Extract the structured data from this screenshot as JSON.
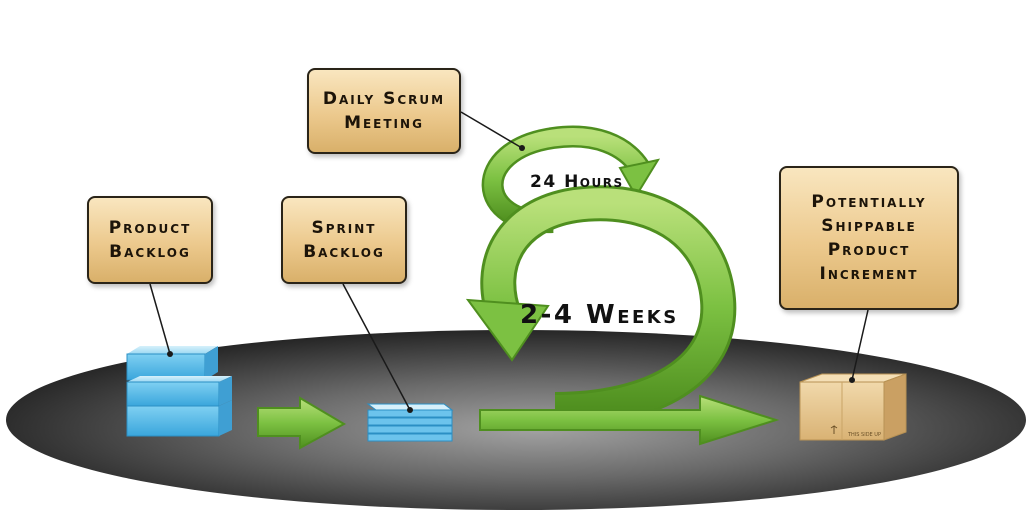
{
  "labels": {
    "daily_scrum": [
      "Daily Scrum",
      "Meeting"
    ],
    "product_backlog": [
      "Product",
      "Backlog"
    ],
    "sprint_backlog": [
      "Sprint",
      "Backlog"
    ],
    "potentially_shippable": [
      "Potentially",
      "Shippable",
      "Product",
      "Increment"
    ]
  },
  "cycles": {
    "daily": "24 Hours",
    "sprint": "2-4 Weeks"
  },
  "colors": {
    "platform_dark": "#1b1b1b",
    "platform_light": "#9a9a9a",
    "arrow_green": "#7cc142",
    "arrow_green_dark": "#4f8f1f",
    "backlog_blue": "#6cc3ec",
    "box_tan": "#e3c38d",
    "label_fill": "#f2d8a7",
    "label_border": "#2a2418"
  },
  "icons": {
    "product_backlog": "stacked-cubes-icon",
    "sprint_backlog": "stacked-sheets-icon",
    "increment": "cardboard-box-icon"
  }
}
